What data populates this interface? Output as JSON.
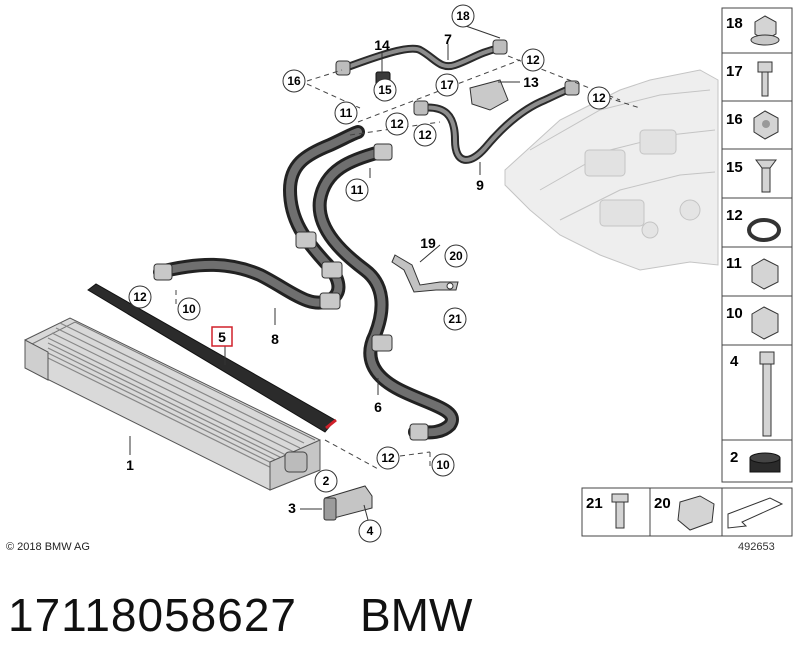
{
  "diagram": {
    "callouts": {
      "c1": "1",
      "c2": "2",
      "c3": "3",
      "c4": "4",
      "c5": "5",
      "c6": "6",
      "c7": "7",
      "c8": "8",
      "c9": "9",
      "c10a": "10",
      "c10b": "10",
      "c11a": "11",
      "c11b": "11",
      "c12a": "12",
      "c12b": "12",
      "c12c": "12",
      "c12d": "12",
      "c12e": "12",
      "c12f": "12",
      "c13": "13",
      "c14": "14",
      "c15": "15",
      "c16": "16",
      "c17": "17",
      "c18": "18",
      "c19": "19",
      "c20": "20",
      "c21": "21"
    },
    "sidebar": [
      "18",
      "17",
      "16",
      "15",
      "12",
      "11",
      "10",
      "4",
      "2"
    ],
    "bottom_parts": [
      "21",
      "20"
    ],
    "highlighted_callout": "5",
    "highlight_color": "#d0202a"
  },
  "footer": {
    "copyright": "© 2018 BMW AG",
    "diagram_id": "492653"
  },
  "product": {
    "part_number": "17118058627",
    "brand": "BMW"
  }
}
